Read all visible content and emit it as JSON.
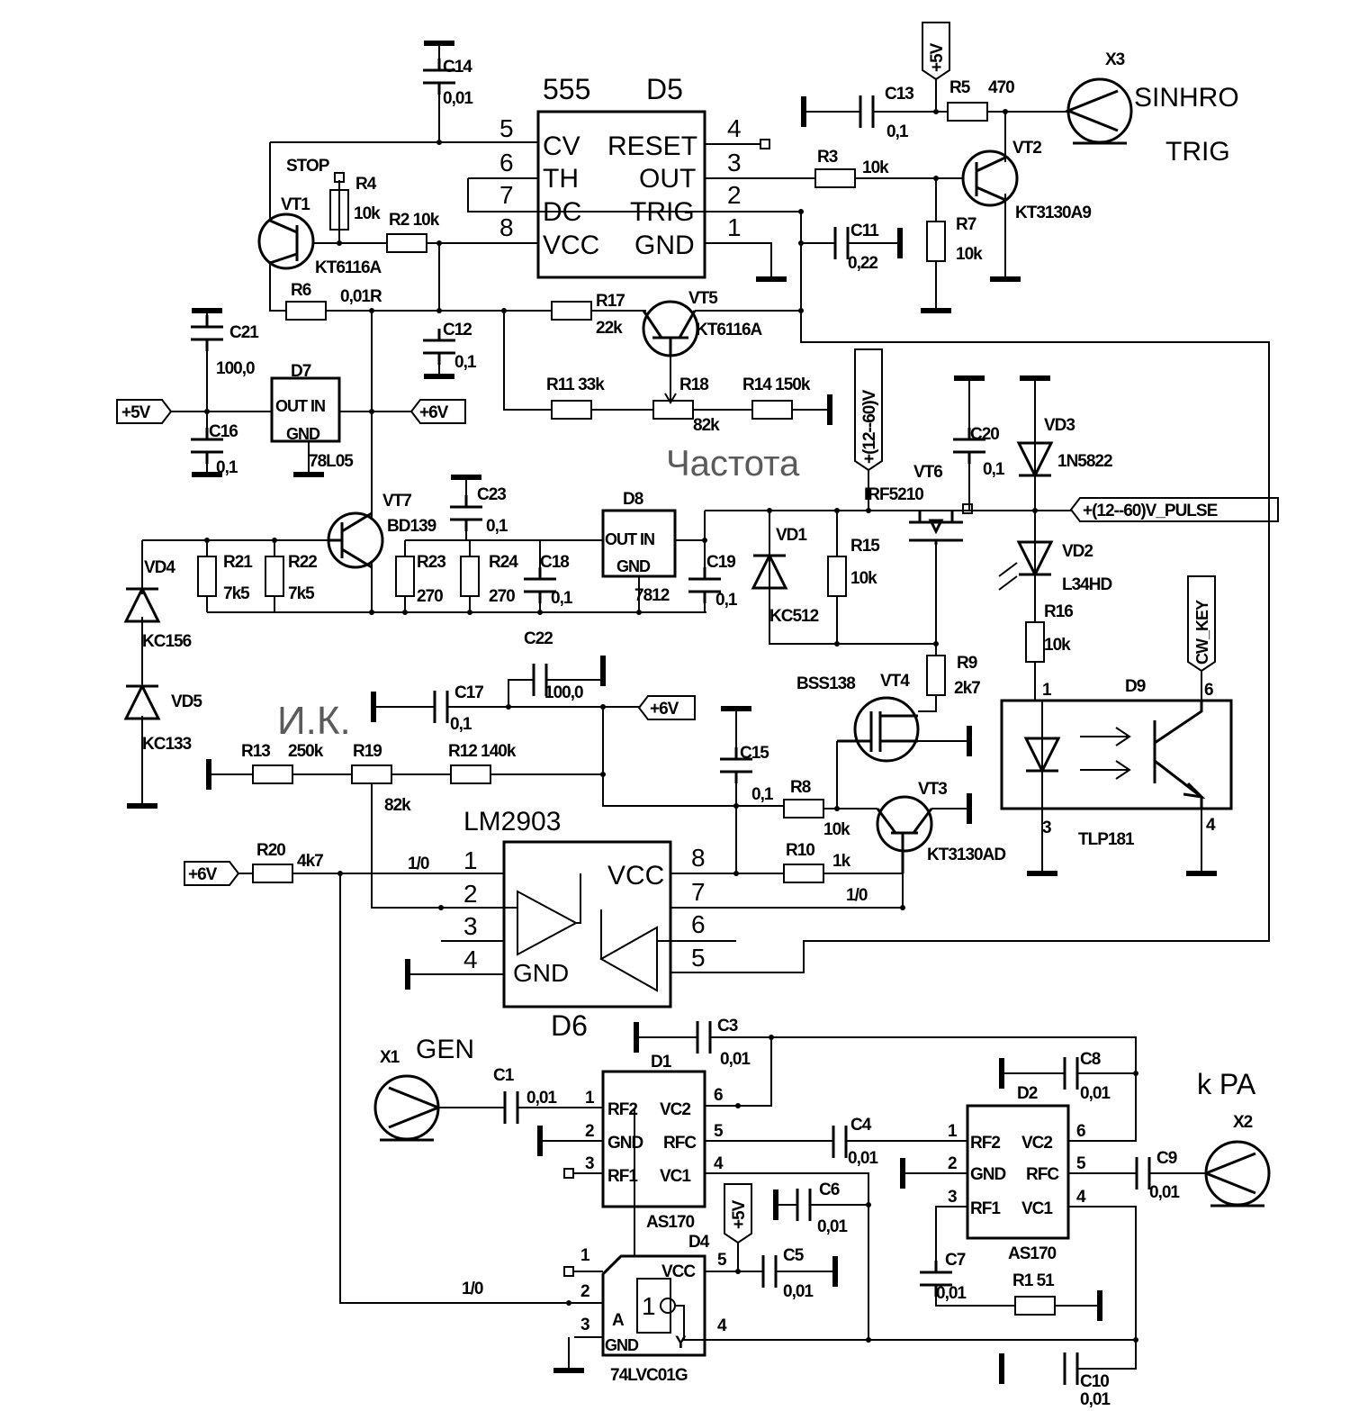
{
  "labels": {
    "c14": "C14",
    "c14_v": "0,01",
    "ic555": "555",
    "d5": "D5",
    "d5_p5": "5",
    "d5_p6": "6",
    "d5_p7": "7",
    "d5_p8": "8",
    "d5_cv": "CV",
    "d5_th": "TH",
    "d5_dc": "DC",
    "d5_vcc": "VCC",
    "d5_reset": "RESET",
    "d5_out": "OUT",
    "d5_trig": "TRIG",
    "d5_gnd": "GND",
    "d5_p4": "4",
    "d5_p3": "3",
    "d5_p2": "2",
    "d5_p1": "1",
    "f_5v_top": "+5V",
    "c13": "C13",
    "c13_v": "0,1",
    "r5": "R5",
    "r5_v": "470",
    "x3": "X3",
    "sinhro": "SINHRO",
    "trig": "TRIG",
    "r3": "R3",
    "r3_v": "10k",
    "vt2": "VT2",
    "vt2_t": "KT3130A9",
    "c11": "C11",
    "c11_v": "0,22",
    "r7": "R7",
    "r7_v": "10k",
    "stop": "STOP",
    "r4": "R4",
    "r4_v": "10k",
    "vt1": "VT1",
    "r2": "R2 10k",
    "vt1_t": "KT6116A",
    "r6": "R6",
    "r6_v": "0,01R",
    "r17": "R17",
    "r17_v": "22k",
    "vt5": "VT5",
    "vt5_t": "KT6116A",
    "c12": "C12",
    "c12_v": "0,1",
    "c21": "C21",
    "c21_v": "100,0",
    "d7": "D7",
    "d7_io": "OUT IN",
    "d7_gnd": "GND",
    "d7_t": "78L05",
    "f_5v_l": "+5V",
    "f_6v_a": "+6V",
    "c16": "C16",
    "c16_v": "0,1",
    "r11": "R11 33k",
    "r18": "R18",
    "r18_v": "82k",
    "r14": "R14 150k",
    "f_1260": "+(12--60)V",
    "freq": "Частота",
    "c20": "C20",
    "c20_v": "0,1",
    "vd3": "VD3",
    "vd3_t": "1N5822",
    "vt6": "VT6",
    "vt6_t": "IRF5210",
    "f_pulse": "+(12--60)V_PULSE",
    "vt7": "VT7",
    "vt7_t": "BD139",
    "c23": "C23",
    "c23_v": "0,1",
    "d8": "D8",
    "d8_io": "OUT IN",
    "d8_gnd": "GND",
    "d8_t": "7812",
    "vd1": "VD1",
    "r15": "R15",
    "r15_v": "10k",
    "vd1_t": "KC512",
    "c19": "C19",
    "c19_v": "0,1",
    "c18": "C18",
    "c18_v": "0,1",
    "r21": "R21",
    "r21_v": "7k5",
    "r22": "R22",
    "r22_v": "7k5",
    "r23": "R23",
    "r23_v": "270",
    "r24": "R24",
    "r24_v": "270",
    "vd4": "VD4",
    "vd4_t": "KC156",
    "vd5": "VD5",
    "vd5_t": "KC133",
    "vd2": "VD2",
    "vd2_t": "L34HD",
    "r16": "R16",
    "r16_v": "10k",
    "f_key": "CW_KEY",
    "c22": "C22",
    "c22_v": "100,0",
    "c17": "C17",
    "c17_v": "0,1",
    "ik": "И.К.",
    "f_6v_b": "+6V",
    "r9": "R9",
    "r9_v": "2k7",
    "vt4_t": "BSS138",
    "vt4": "VT4",
    "d9": "D9",
    "d9_p1": "1",
    "d9_p6": "6",
    "c15": "C15",
    "c15_v": "0,1",
    "r13": "R13",
    "r13_v": "250k",
    "r19": "R19",
    "r12": "R12 140k",
    "r19_v": "82k",
    "r8": "R8",
    "r8_v": "10k",
    "vt3": "VT3",
    "vt3_t": "KT3130AD",
    "d9_p3": "3",
    "d9_p4": "4",
    "d9_t": "TLP181",
    "lm2903": "LM2903",
    "f_6v_c": "+6V",
    "r20": "R20",
    "r20_v": "4k7",
    "net10_a": "1/0",
    "d6_p1": "1",
    "d6_p2": "2",
    "d6_p3": "3",
    "d6_p4": "4",
    "d6_vcc": "VCC",
    "d6_p8": "8",
    "d6_p7": "7",
    "d6_p6": "6",
    "d6_p5": "5",
    "r10": "R10",
    "r10_v": "1k",
    "net10_b": "1/0",
    "d6_gnd": "GND",
    "d6": "D6",
    "x1": "X1",
    "gen": "GEN",
    "c3": "C3",
    "c3_v": "0,01",
    "d1": "D1",
    "c1": "C1",
    "c1_v": "0,01",
    "d1_p1": "1",
    "d1_p2": "2",
    "d1_p3": "3",
    "d1_rf2": "RF2",
    "d1_gnd": "GND",
    "d1_rf1": "RF1",
    "d1_vc2": "VC2",
    "d1_rfc": "RFC",
    "d1_vc1": "VC1",
    "d1_p6": "6",
    "d1_p5": "5",
    "d1_p4": "4",
    "d1_t": "AS170",
    "c4": "C4",
    "c4_v": "0,01",
    "c6": "C6",
    "c6_v": "0,01",
    "f_5v_b": "+5V",
    "d4": "D4",
    "d4_p5": "5",
    "d4_p4": "4",
    "c5": "C5",
    "c5_v": "0,01",
    "d4_p1": "1",
    "d4_p2": "2",
    "d4_p3": "3",
    "d4_vcc": "VCC",
    "d4_g": "1",
    "d4_a": "A",
    "d4_gnd": "GND",
    "d4_y": "Y",
    "d4_t": "74LVC01G",
    "net10_c": "1/0",
    "c8": "C8",
    "c8_v": "0,01",
    "d2": "D2",
    "kpa": "k PA",
    "x2": "X2",
    "d2_p1": "1",
    "d2_p2": "2",
    "d2_p3": "3",
    "d2_rf2": "RF2",
    "d2_gnd": "GND",
    "d2_rf1": "RF1",
    "d2_vc2": "VC2",
    "d2_rfc": "RFC",
    "d2_vc1": "VC1",
    "d2_p6": "6",
    "d2_p5": "5",
    "d2_p4": "4",
    "c9": "C9",
    "c9_v": "0,01",
    "d2_t": "AS170",
    "c7": "C7",
    "c7_v": "0,01",
    "r1": "R1  51",
    "c10": "C10",
    "c10_v": "0,01"
  },
  "colors": {
    "ink": "#000000",
    "annotation": "#5a5a5a",
    "background": "#ffffff"
  }
}
